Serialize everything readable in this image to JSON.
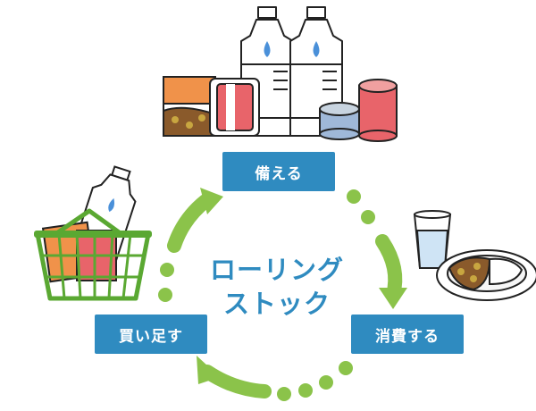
{
  "title_line1": "ローリング",
  "title_line2": "ストック",
  "steps": [
    {
      "label": "備える"
    },
    {
      "label": "消費する"
    },
    {
      "label": "買い足す"
    }
  ],
  "colors": {
    "label_bg": "#2f8bc0",
    "title": "#2f8bc0",
    "cycle_green": "#8bc34a"
  },
  "icons": [
    "water-bottle-icon",
    "retort-pouch-icon",
    "canned-food-icon",
    "water-glass-icon",
    "curry-plate-icon",
    "shopping-basket-icon"
  ]
}
